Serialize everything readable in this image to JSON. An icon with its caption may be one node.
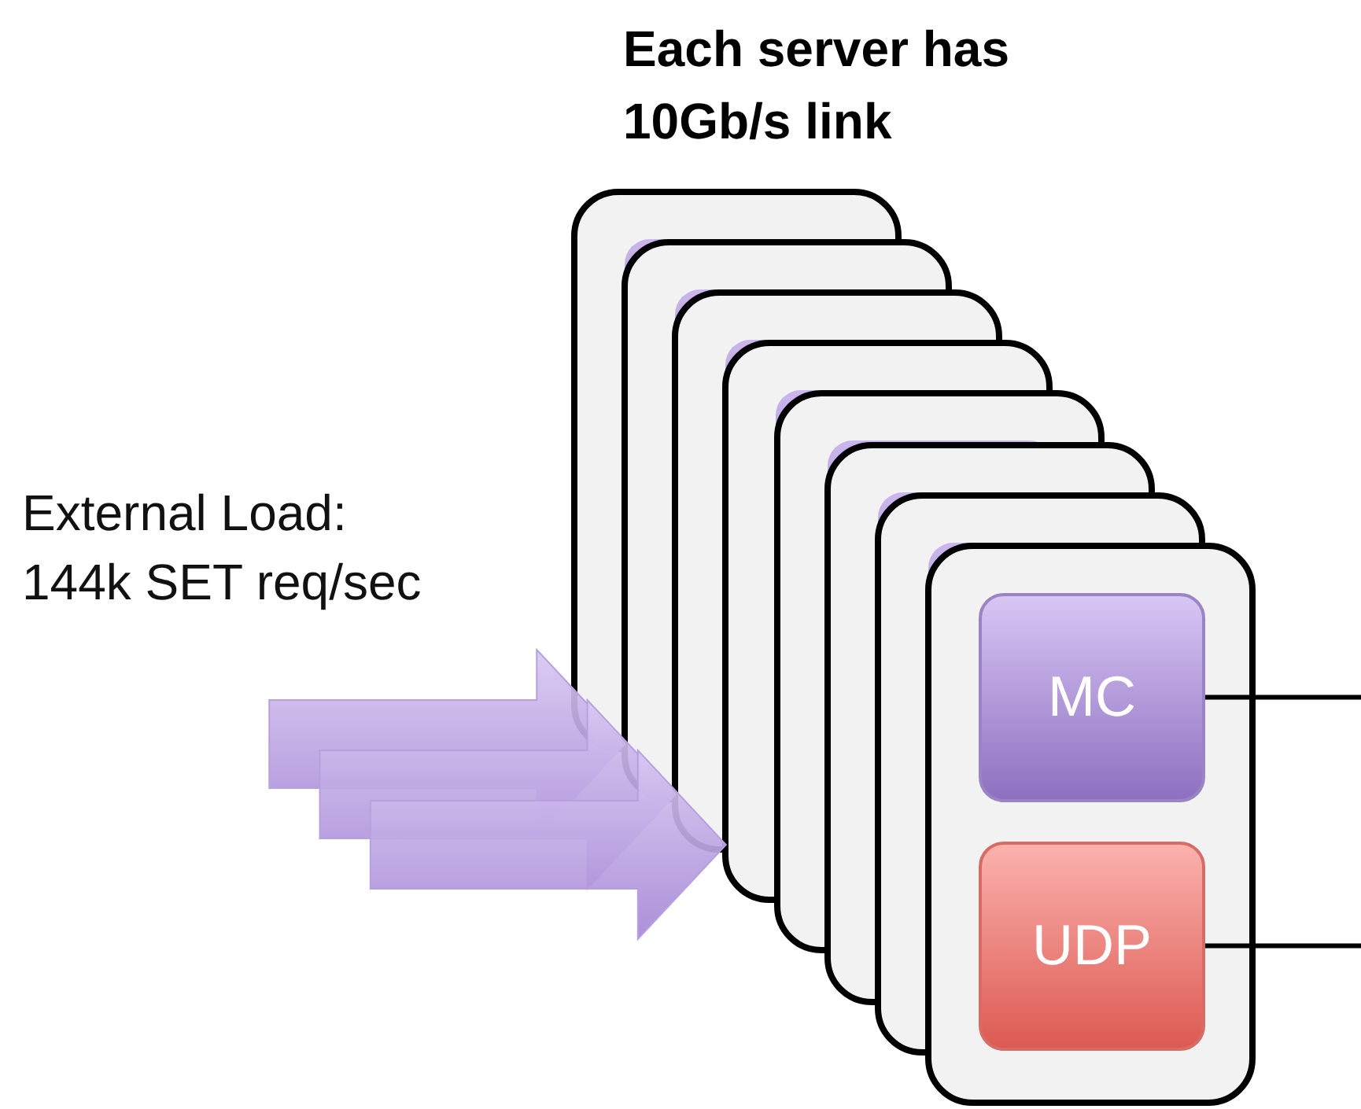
{
  "diagram": {
    "title": "Each server has 10Gb/s link",
    "nodes": [
      {
        "text": [],
        "shape": "box"
      },
      {
        "text": [],
        "shape": "box"
      },
      {
        "text": [],
        "shape": "box"
      },
      {
        "text": [],
        "shape": "box"
      },
      {
        "text": [],
        "shape": "box"
      },
      {
        "text": [],
        "shape": "box"
      },
      {
        "text": [],
        "shape": "box"
      },
      {
        "text": [],
        "shape": "box"
      },
      {
        "text": [
          "MC"
        ],
        "in": 7
      },
      {
        "text": [
          "UDP"
        ],
        "in": 7
      }
    ],
    "edges": [
      {
        "from": null,
        "to": 1,
        "arrow": "to"
      },
      {
        "from": null,
        "to": 2,
        "arrow": "to"
      },
      {
        "from": null,
        "to": 3,
        "arrow": "to"
      },
      {
        "from": 8,
        "to": null,
        "arrow": "none"
      },
      {
        "from": 9,
        "to": null,
        "arrow": "none"
      }
    ],
    "labels": [
      "External Load:",
      "144k SET req/sec"
    ]
  }
}
